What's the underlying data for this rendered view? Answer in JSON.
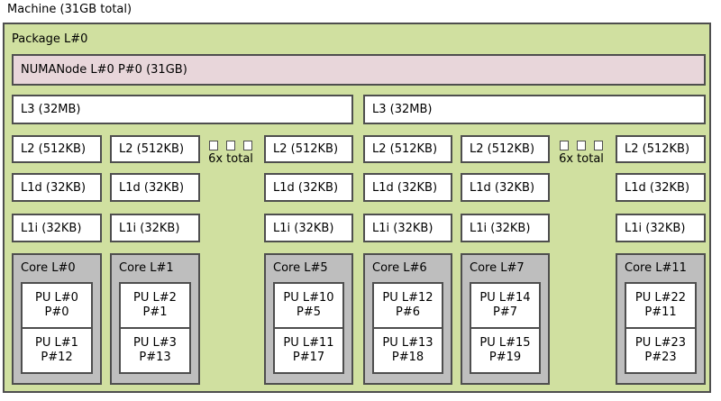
{
  "machine": {
    "label": "Machine (31GB total)"
  },
  "package": {
    "label": "Package L#0"
  },
  "numanode": {
    "label": "NUMANode L#0 P#0 (31GB)"
  },
  "l3": [
    {
      "label": "L3 (32MB)"
    },
    {
      "label": "L3 (32MB)"
    }
  ],
  "columns": [
    {
      "l2": "L2 (512KB)",
      "l1d": "L1d (32KB)",
      "l1i": "L1i (32KB)",
      "core": "Core L#0",
      "pus": [
        {
          "line1": "PU L#0",
          "line2": "P#0"
        },
        {
          "line1": "PU L#1",
          "line2": "P#12"
        }
      ]
    },
    {
      "l2": "L2 (512KB)",
      "l1d": "L1d (32KB)",
      "l1i": "L1i (32KB)",
      "core": "Core L#1",
      "pus": [
        {
          "line1": "PU L#2",
          "line2": "P#1"
        },
        {
          "line1": "PU L#3",
          "line2": "P#13"
        }
      ]
    },
    {
      "l2": "L2 (512KB)",
      "l1d": "L1d (32KB)",
      "l1i": "L1i (32KB)",
      "core": "Core L#5",
      "pus": [
        {
          "line1": "PU L#10",
          "line2": "P#5"
        },
        {
          "line1": "PU L#11",
          "line2": "P#17"
        }
      ]
    },
    {
      "l2": "L2 (512KB)",
      "l1d": "L1d (32KB)",
      "l1i": "L1i (32KB)",
      "core": "Core L#6",
      "pus": [
        {
          "line1": "PU L#12",
          "line2": "P#6"
        },
        {
          "line1": "PU L#13",
          "line2": "P#18"
        }
      ]
    },
    {
      "l2": "L2 (512KB)",
      "l1d": "L1d (32KB)",
      "l1i": "L1i (32KB)",
      "core": "Core L#7",
      "pus": [
        {
          "line1": "PU L#14",
          "line2": "P#7"
        },
        {
          "line1": "PU L#15",
          "line2": "P#19"
        }
      ]
    },
    {
      "l2": "L2 (512KB)",
      "l1d": "L1d (32KB)",
      "l1i": "L1i (32KB)",
      "core": "Core L#11",
      "pus": [
        {
          "line1": "PU L#22",
          "line2": "P#11"
        },
        {
          "line1": "PU L#23",
          "line2": "P#23"
        }
      ]
    }
  ],
  "elisions": [
    {
      "label": "6x total"
    },
    {
      "label": "6x total"
    }
  ],
  "colors": {
    "package_green": "#d0e0a0",
    "numanode_pink": "#e8d6da",
    "core_gray": "#bebebe",
    "box_white": "#ffffff",
    "border": "#4e4e4e",
    "text": "#000000"
  }
}
